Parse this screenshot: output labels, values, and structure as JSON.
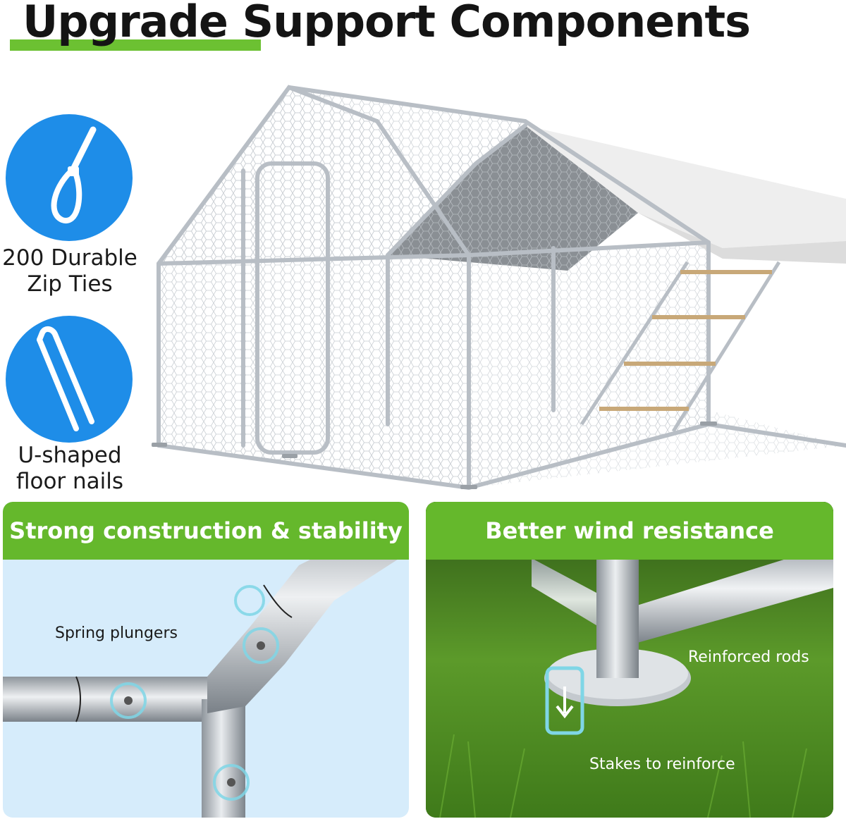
{
  "title": "Upgrade Support Components",
  "accessories": [
    {
      "icon": "zip-tie-icon",
      "label_line1": "200  Durable",
      "label_line2": "Zip Ties"
    },
    {
      "icon": "u-nail-icon",
      "label_line1": "U-shaped",
      "label_line2": "floor nails"
    }
  ],
  "panels": {
    "left": {
      "heading": "Strong construction & stability",
      "callout": "Spring plungers"
    },
    "right": {
      "heading": "Better wind resistance",
      "callout_rods": "Reinforced rods",
      "callout_stakes": "Stakes to reinforce"
    }
  },
  "colors": {
    "accent_green": "#65b82c",
    "icon_blue": "#1e8de8",
    "title_text": "#141414"
  }
}
